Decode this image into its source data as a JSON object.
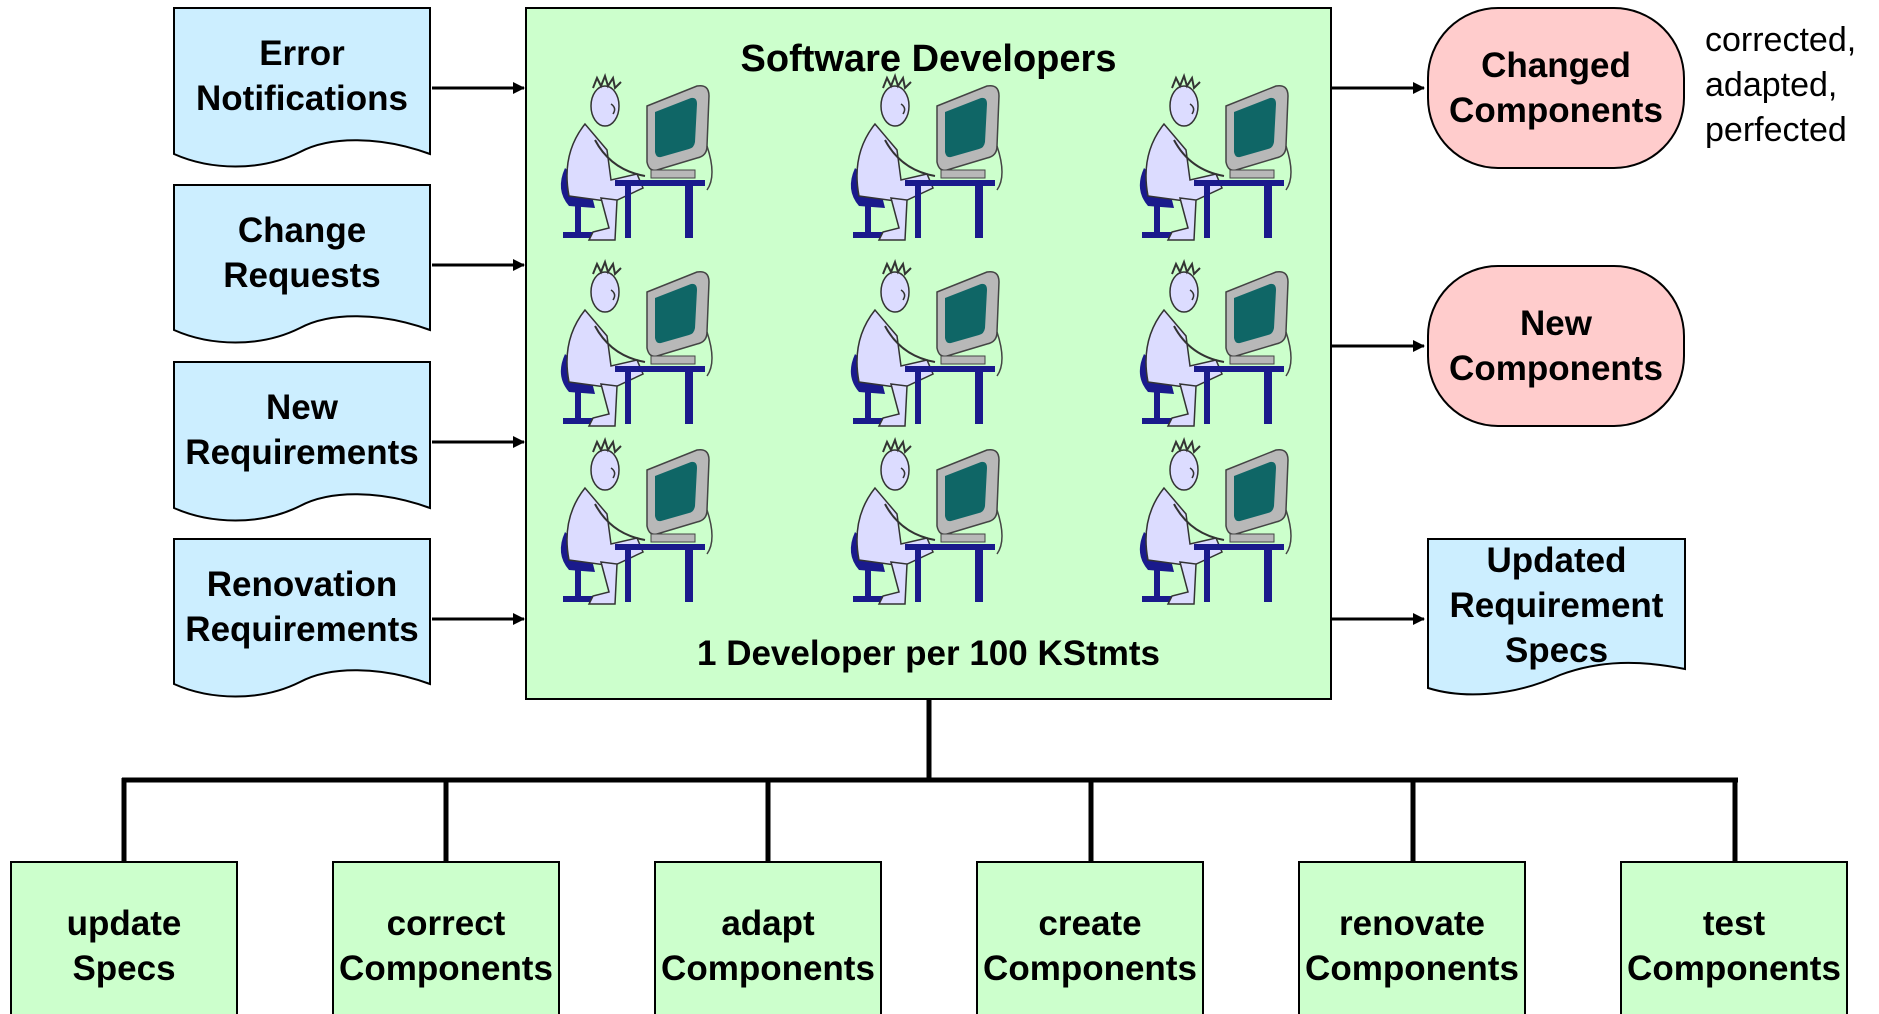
{
  "inputs": [
    {
      "lines": [
        "Error",
        "Notifications"
      ]
    },
    {
      "lines": [
        "Change",
        "Requests"
      ]
    },
    {
      "lines": [
        "New",
        "Requirements"
      ]
    },
    {
      "lines": [
        "Renovation",
        "Requirements"
      ]
    }
  ],
  "center": {
    "title": "Software Developers",
    "footer": "1  Developer per 100 KStmts"
  },
  "outputs": {
    "changed": [
      "Changed",
      "Components"
    ],
    "new": [
      "New",
      "Components"
    ],
    "specs": [
      "Updated",
      "Requirement",
      "Specs"
    ]
  },
  "note": [
    "corrected,",
    "adapted,",
    "perfected"
  ],
  "tasks": [
    {
      "lines": [
        "update",
        "Specs"
      ]
    },
    {
      "lines": [
        "correct",
        "Components"
      ]
    },
    {
      "lines": [
        "adapt",
        "Components"
      ]
    },
    {
      "lines": [
        "create",
        "Components"
      ]
    },
    {
      "lines": [
        "renovate",
        "Components"
      ]
    },
    {
      "lines": [
        "test",
        "Components"
      ]
    }
  ],
  "colors": {
    "document_fill": "#cceeff",
    "center_fill": "#ccffcc",
    "rounded_fill": "#ffcccc",
    "task_fill": "#ccffcc"
  },
  "icons": {
    "developer": "developer-at-computer-icon"
  }
}
